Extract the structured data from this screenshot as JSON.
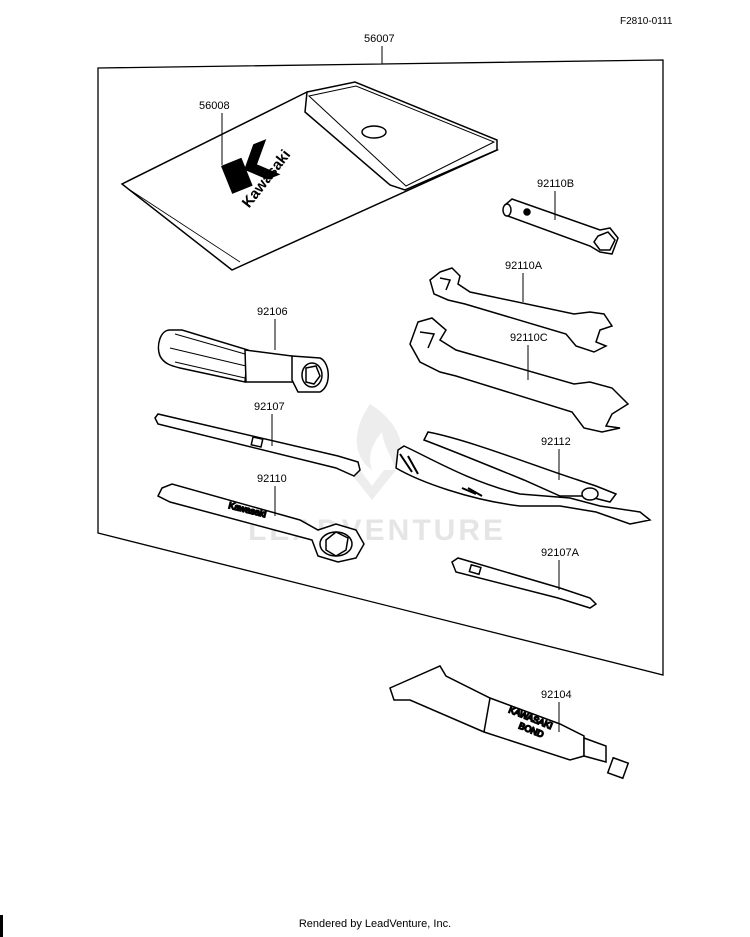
{
  "figure_code": "F2810-0111",
  "watermark": "LEADVENTURE",
  "parts": [
    {
      "id": "56007"
    },
    {
      "id": "56008"
    },
    {
      "id": "92110B"
    },
    {
      "id": "92110A"
    },
    {
      "id": "92106"
    },
    {
      "id": "92110C"
    },
    {
      "id": "92107"
    },
    {
      "id": "92112"
    },
    {
      "id": "92110"
    },
    {
      "id": "92107A"
    },
    {
      "id": "92104"
    }
  ],
  "pouch_brand": "Kawasaki",
  "tube_text": [
    "KAWASAKI",
    "BOND"
  ],
  "wrench_text": "Kawasaki",
  "footer": "Rendered by LeadVenture, Inc."
}
